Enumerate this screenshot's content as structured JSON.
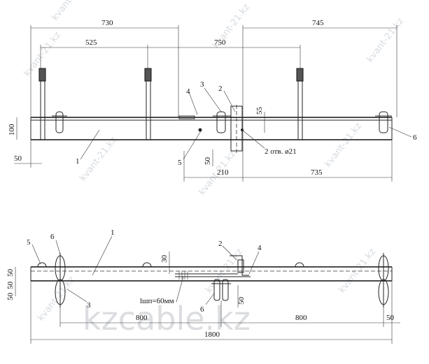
{
  "watermark": {
    "small": "kvant-21.kz",
    "large": "kzcable.kz"
  },
  "top_view": {
    "dims": {
      "d730": "730",
      "d745": "745",
      "d525": "525",
      "d750": "750",
      "d55": "55",
      "d100": "100",
      "d50_left": "50",
      "d50_bottom": "50",
      "d210": "210",
      "d735": "735"
    },
    "holes": "2 отв. ø21",
    "callouts": {
      "c1": "1",
      "c2": "2",
      "c3": "3",
      "c4": "4",
      "c5": "5",
      "c6": "6"
    }
  },
  "side_view": {
    "dims": {
      "d30": "30",
      "d50_50a": "50",
      "d50_50b": "50",
      "d50_left": "50",
      "d50_mid": "50",
      "d800_left": "800",
      "d800_right": "800",
      "d50_right": "50",
      "d1800": "1800"
    },
    "length_note": "lшп=60мм",
    "callouts": {
      "c1": "1",
      "c2": "2",
      "c3": "3",
      "c4": "4",
      "c5": "5",
      "c6a": "6",
      "c6b": "6"
    }
  }
}
